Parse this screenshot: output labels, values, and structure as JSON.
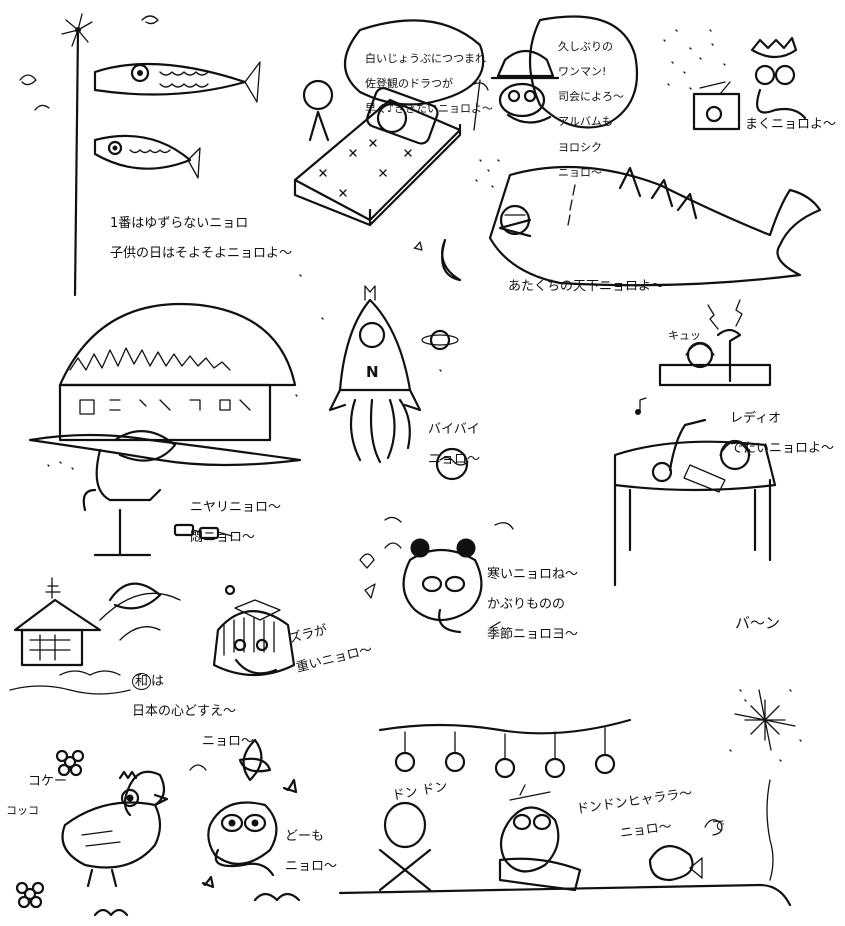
{
  "panels": {
    "koinobori": {
      "caption_line1": "1番はゆずらないニョロ",
      "caption_line2": "子供の日はそよそよニョロよ〜"
    },
    "sleeping": {
      "bubble_line1": "白いじょうぶにつつまれ",
      "bubble_line2": "佐登観のドラつが",
      "bubble_line3": "早く♪ききたいニョロよ〜"
    },
    "hat": {
      "bubble_line1": "久しぶりの",
      "bubble_line2": "ワンマン!",
      "bubble_line3": "司会によろ〜",
      "bubble_line4": "アルバムも",
      "bubble_line5": "ヨロシク",
      "bubble_line6": "ニョロ〜"
    },
    "seeds": {
      "caption": "まくニョロよ〜"
    },
    "shark": {
      "caption": "あたくちの天下ニョロよ〜"
    },
    "rocket": {
      "letter": "N",
      "caption_line1": "バイバイ",
      "caption_line2": "ニョロ〜"
    },
    "radio": {
      "sfx": "キュッ",
      "caption_line1": "レディオ",
      "caption_line2": "でたいニョロよ〜"
    },
    "building": {
      "caption_line1": "ニヤリニョロ〜",
      "caption_line2": "悶ニョロ〜"
    },
    "panda": {
      "caption_line1": "寒いニョロね〜",
      "caption_line2": "かぶりものの",
      "caption_line3": "季節ニョロヨ〜"
    },
    "japanese": {
      "caption_mark": "和",
      "caption_line1": "は",
      "caption_line2": "日本の心どすえ〜",
      "caption_line3": "ニョロ〜"
    },
    "wig": {
      "caption_line1": "ズラが",
      "caption_line2": "重いニョロ〜"
    },
    "chicken": {
      "sfx1": "コケー",
      "sfx2": "コッコ"
    },
    "dizzy": {
      "caption_line1": "どーも",
      "caption_line2": "ニョロ〜"
    },
    "festival": {
      "sfx_boom": "バ〜ン",
      "sfx_drum": "ドン ドン",
      "caption_line1": "ドンドンヒャララ〜",
      "caption_line2": "ニョロ〜",
      "sfx_de": "で"
    }
  },
  "icons": [
    "flower-icon",
    "star-icon",
    "music-note-icon",
    "planet-icon",
    "firework-icon",
    "lightbulb-icon"
  ],
  "colors": {
    "ink": "#111111",
    "paper": "#ffffff"
  }
}
